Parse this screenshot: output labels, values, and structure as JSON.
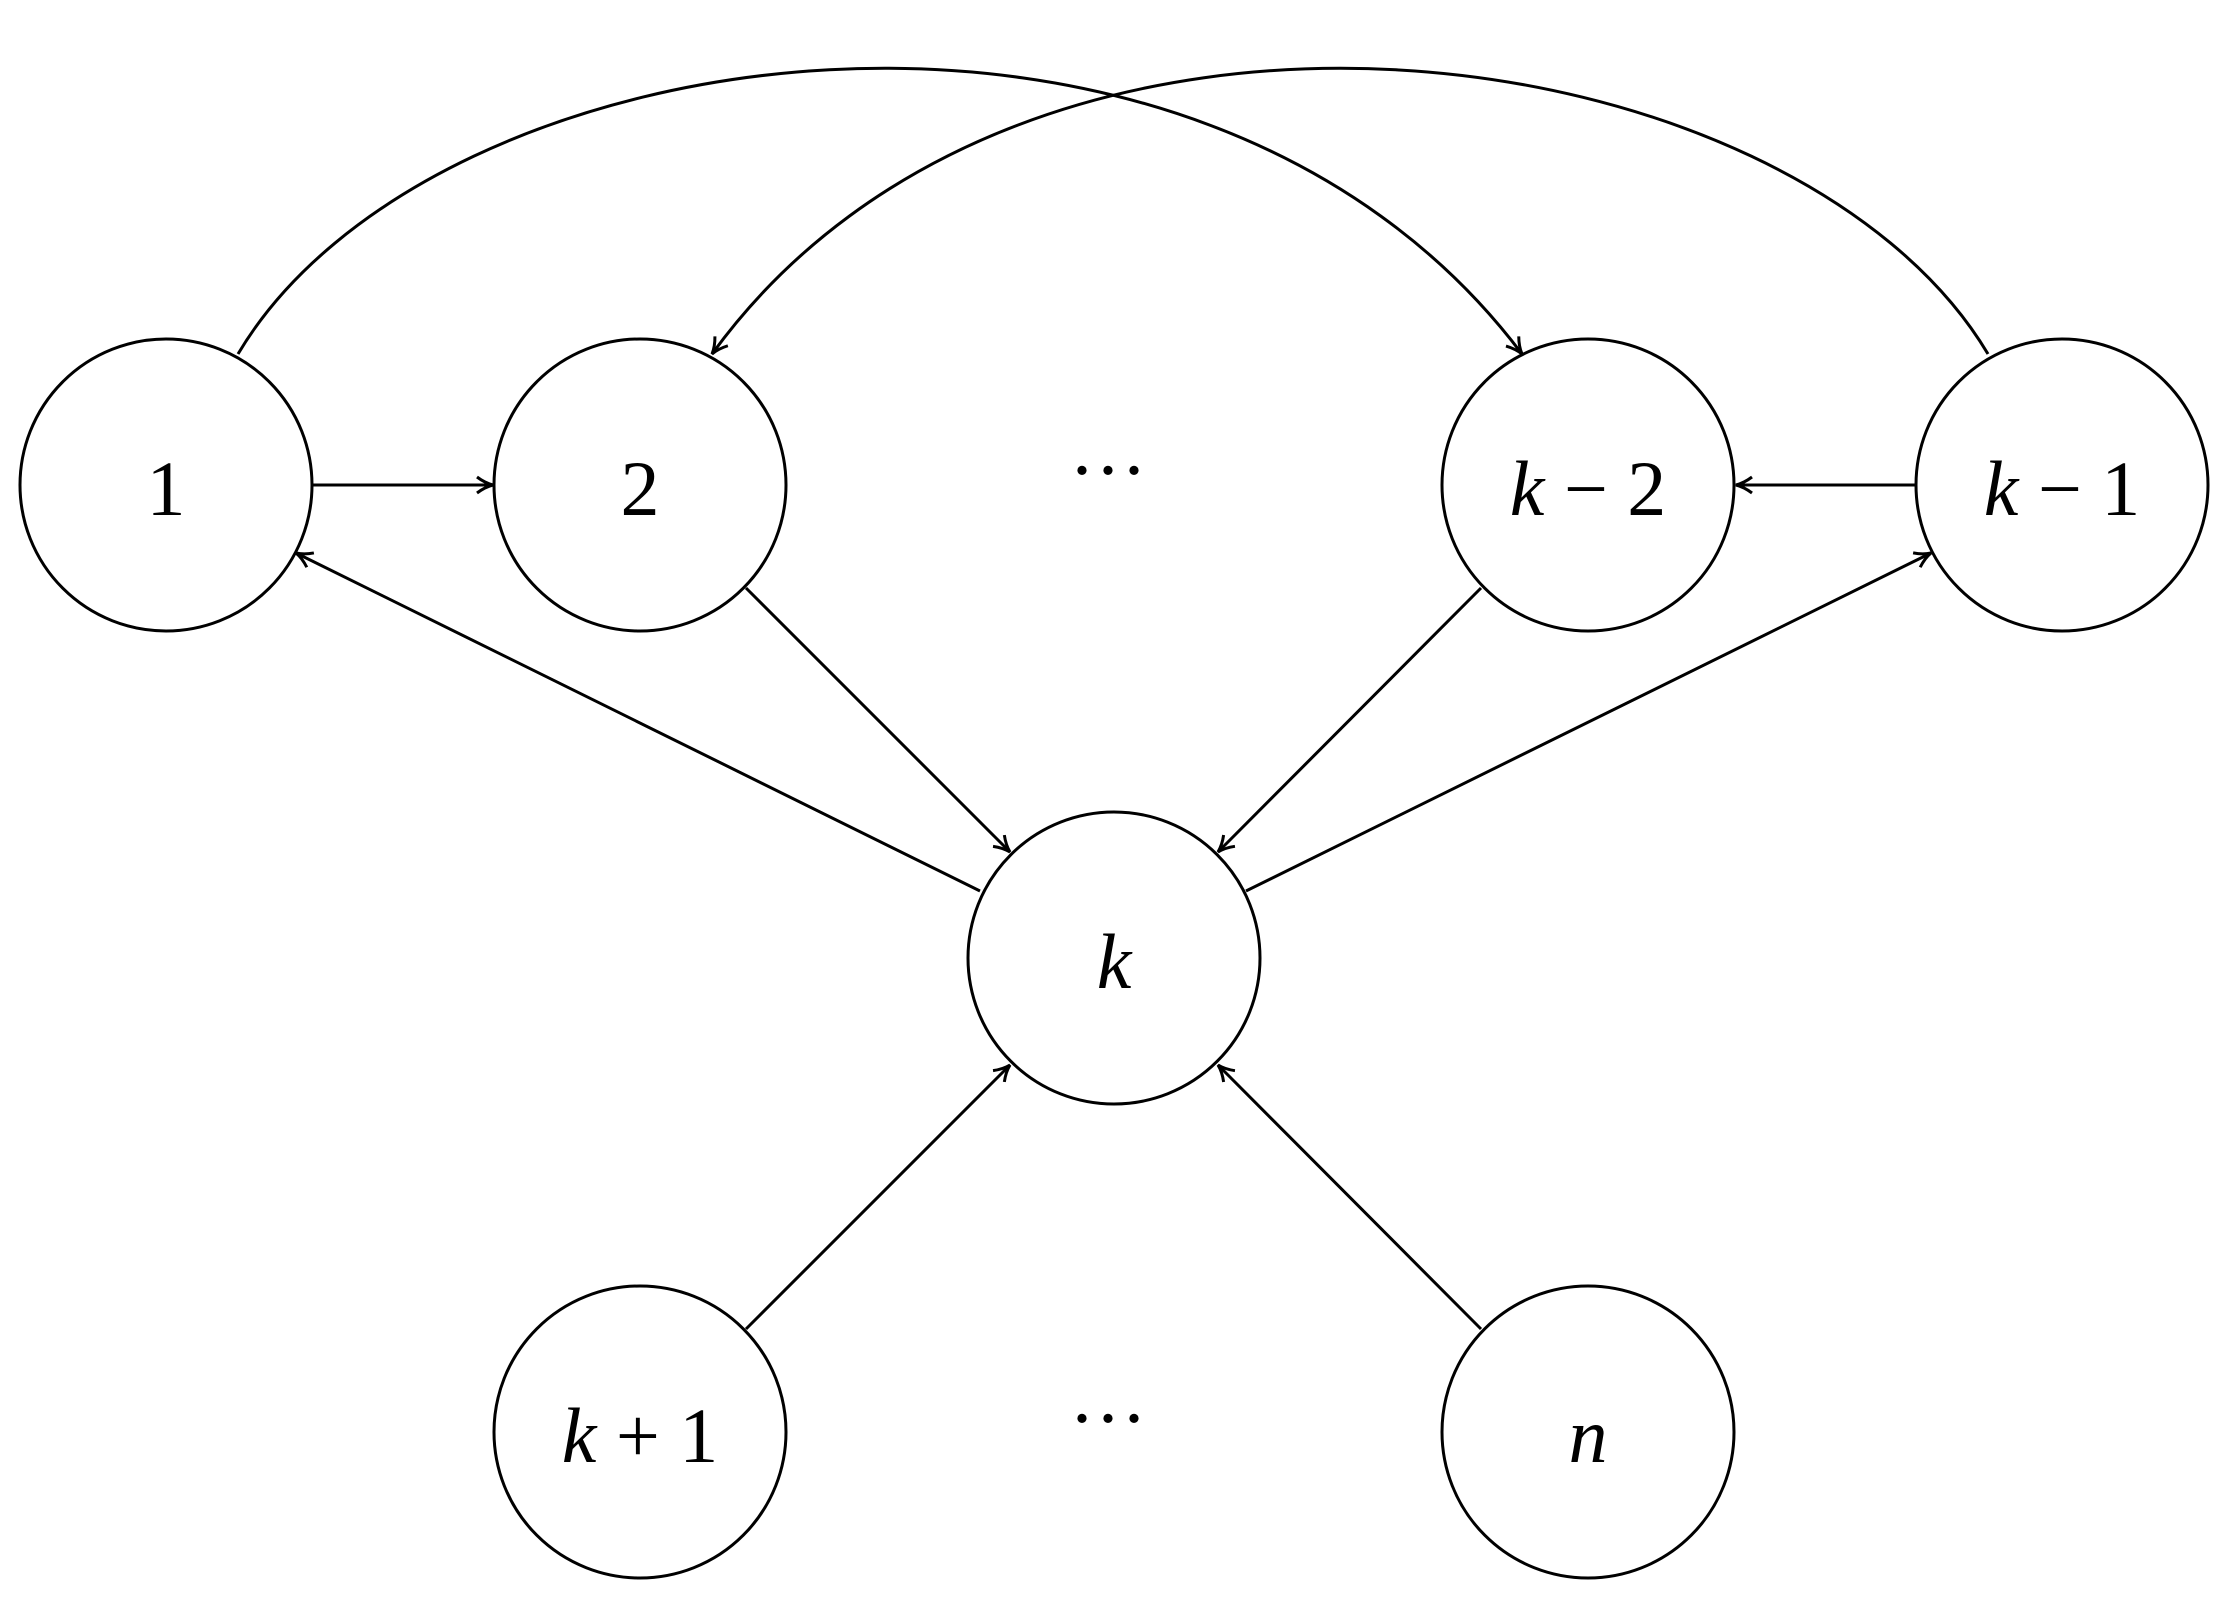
{
  "diagram": {
    "nodes": {
      "n1": {
        "var": "",
        "rest": "1"
      },
      "n2": {
        "var": "",
        "rest": "2"
      },
      "nkm2": {
        "var": "k",
        "rest": " − 2"
      },
      "nkm1": {
        "var": "k",
        "rest": " − 1"
      },
      "nk": {
        "var": "k",
        "rest": ""
      },
      "nkp1": {
        "var": "k",
        "rest": " + 1"
      },
      "nn": {
        "var": "n",
        "rest": ""
      }
    },
    "ellipsis_top": "···",
    "ellipsis_bottom": "···",
    "edges": [
      {
        "from": "n1",
        "to": "n2"
      },
      {
        "from": "nkm1",
        "to": "nkm2"
      },
      {
        "from": "nk",
        "to": "n1"
      },
      {
        "from": "nk",
        "to": "nkm1"
      },
      {
        "from": "n2",
        "to": "nk"
      },
      {
        "from": "nkm2",
        "to": "nk"
      },
      {
        "from": "nkp1",
        "to": "nk"
      },
      {
        "from": "nn",
        "to": "nk"
      },
      {
        "from": "n1",
        "to": "nkm2",
        "curved": true
      },
      {
        "from": "nkm1",
        "to": "n2",
        "curved": true
      }
    ],
    "colors": {
      "stroke": "#000000",
      "background": "#ffffff"
    }
  }
}
